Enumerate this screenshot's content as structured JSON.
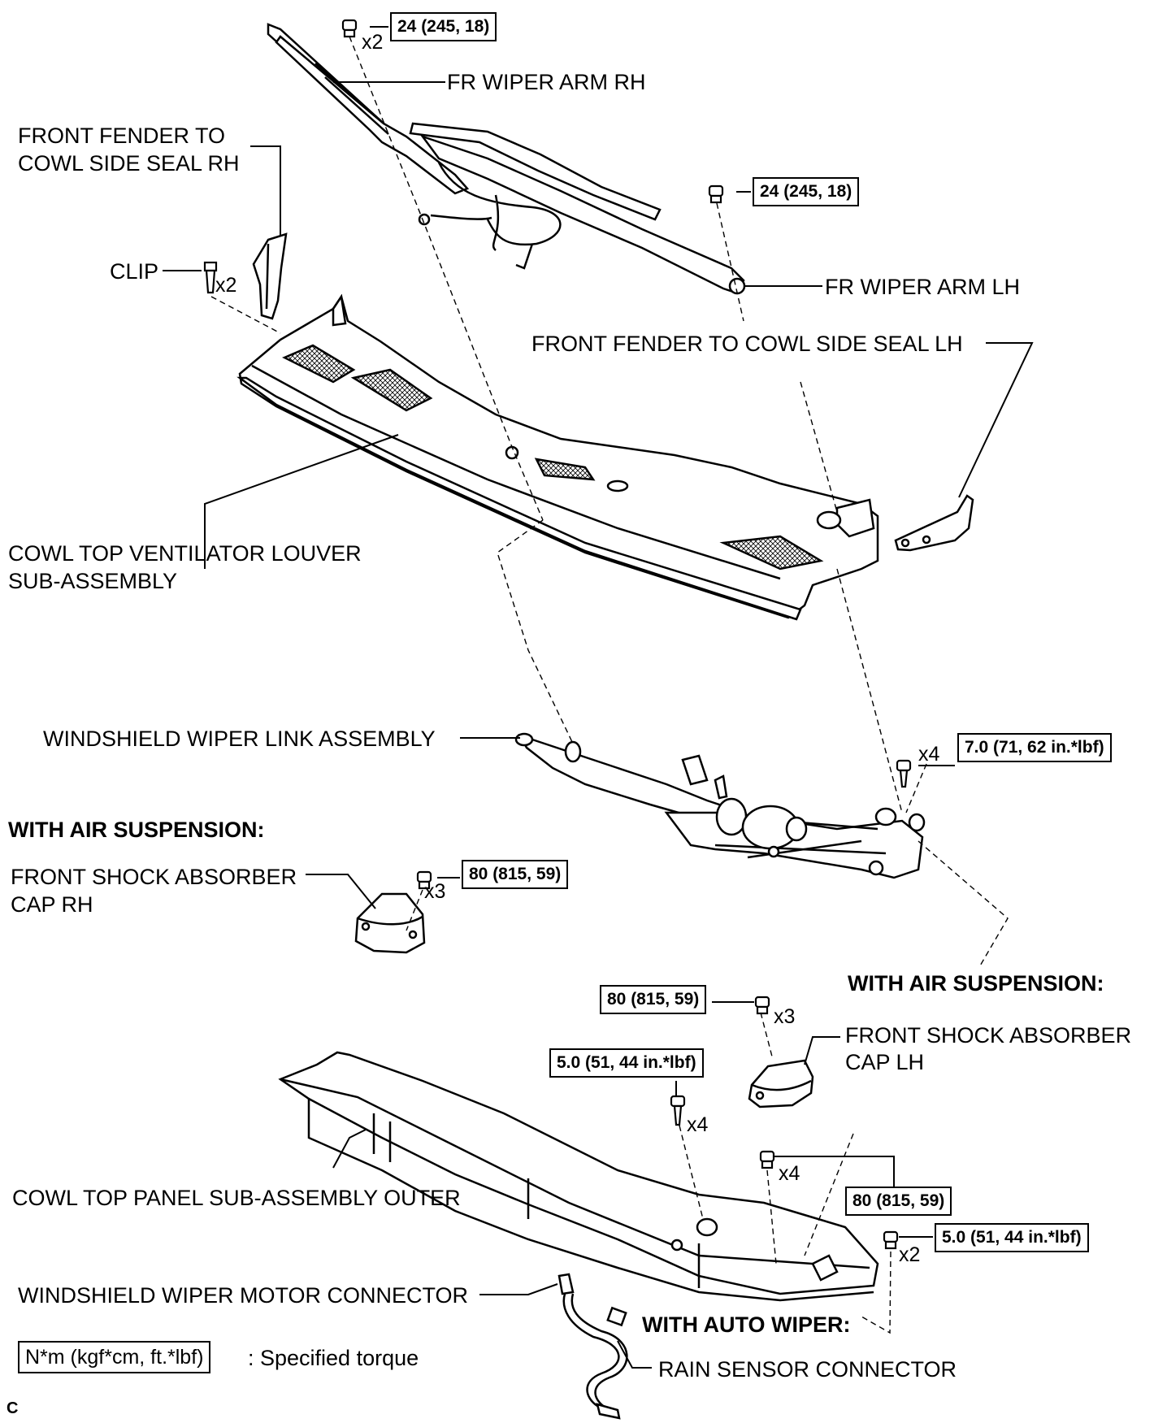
{
  "labels": {
    "fr_wiper_arm_rh": "FR WIPER ARM RH",
    "fender_seal_rh_1": "FRONT FENDER TO",
    "fender_seal_rh_2": "COWL SIDE SEAL RH",
    "clip": "CLIP",
    "fr_wiper_arm_lh": "FR WIPER ARM LH",
    "fender_seal_lh": "FRONT FENDER TO COWL SIDE SEAL LH",
    "louver_1": "COWL TOP VENTILATOR LOUVER",
    "louver_2": "SUB-ASSEMBLY",
    "link_assembly": "WINDSHIELD WIPER LINK ASSEMBLY",
    "with_air_suspension_1": "WITH AIR SUSPENSION:",
    "shock_cap_rh_1": "FRONT SHOCK ABSORBER",
    "shock_cap_rh_2": "CAP RH",
    "with_air_suspension_2": "WITH AIR SUSPENSION:",
    "shock_cap_lh_1": "FRONT SHOCK ABSORBER",
    "shock_cap_lh_2": "CAP LH",
    "panel_outer": "COWL TOP PANEL SUB-ASSEMBLY OUTER",
    "motor_connector": "WINDSHIELD WIPER MOTOR CONNECTOR",
    "with_auto_wiper": "WITH AUTO WIPER:",
    "rain_sensor": "RAIN SENSOR CONNECTOR",
    "legend_text": ": Specified torque",
    "corner_mark": "C"
  },
  "torques": {
    "t1": "24 (245, 18)",
    "t2": "24 (245, 18)",
    "t3": "7.0 (71, 62 in.*lbf)",
    "t4": "80 (815, 59)",
    "t5": "80 (815, 59)",
    "t6": "5.0 (51, 44 in.*lbf)",
    "t7": "80 (815, 59)",
    "t8": "5.0 (51, 44 in.*lbf)",
    "legend": "N*m (kgf*cm, ft.*lbf)"
  },
  "quantities": {
    "q1": "x2",
    "q2": "x2",
    "q3": "x4",
    "q4": "x3",
    "q5": "x3",
    "q6": "x4",
    "q7": "x4",
    "q8": "x2"
  }
}
